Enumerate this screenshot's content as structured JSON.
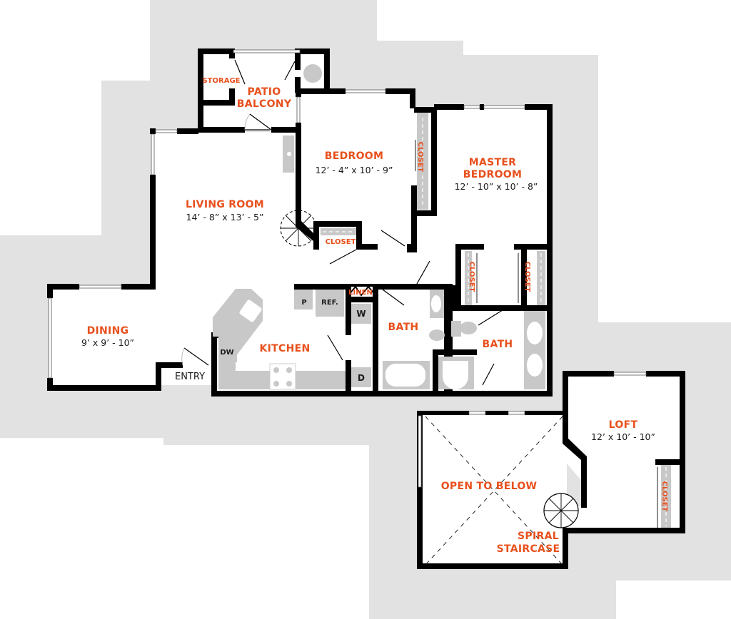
{
  "colors": {
    "background_site": "#e2e2e2",
    "wall": "#000000",
    "fixture": "#c8c8c8",
    "room_label": "#e8501c",
    "dimension_text": "#1a1a1a"
  },
  "rooms": {
    "patio": {
      "name_line1": "PATIO",
      "name_line2": "BALCONY"
    },
    "storage": {
      "name": "STORAGE"
    },
    "bedroom": {
      "name": "BEDROOM",
      "dims": "12’ - 4” x 10’ - 9”"
    },
    "bedroom_closet_side": {
      "name": "CLOSET"
    },
    "bedroom_closet_small": {
      "name": "CLOSET"
    },
    "master": {
      "name_line1": "MASTER",
      "name_line2": "BEDROOM",
      "dims": "12’ - 10” x 10’ - 8”"
    },
    "master_closet_left": {
      "name": "CLOSET"
    },
    "master_closet_right": {
      "name": "CLOSET"
    },
    "living": {
      "name": "LIVING ROOM",
      "dims": "14’ - 8” x 13’ - 5”"
    },
    "dining": {
      "name": "DINING",
      "dims": "9’ x 9’ - 10”"
    },
    "kitchen": {
      "name": "KITCHEN"
    },
    "linen": {
      "name": "LINEN"
    },
    "bath1": {
      "name": "BATH"
    },
    "bath2": {
      "name": "BATH"
    },
    "entry": {
      "name": "ENTRY"
    },
    "open_to_below": {
      "name": "OPEN TO BELOW"
    },
    "spiral": {
      "name_line1": "SPIRAL",
      "name_line2": "STAIRCASE"
    },
    "loft": {
      "name": "LOFT",
      "dims": "12’ x 10’ - 10”"
    },
    "loft_closet": {
      "name": "CLOSET"
    }
  },
  "appliances": {
    "pantry": "P",
    "refrigerator": "REF.",
    "dishwasher": "DW",
    "washer": "W",
    "dryer": "D"
  }
}
